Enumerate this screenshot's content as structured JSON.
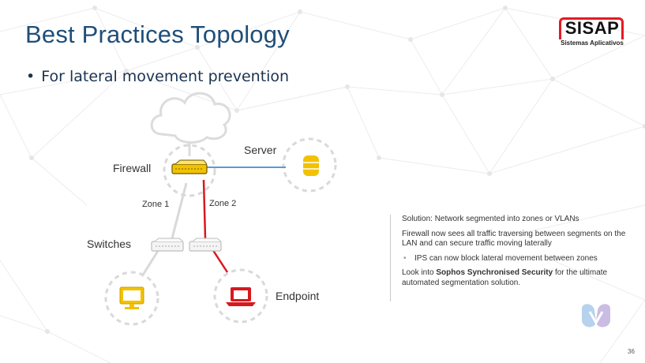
{
  "slide": {
    "title": "Best Practices Topology",
    "bullet": "For lateral movement prevention",
    "page_number": "36"
  },
  "logo": {
    "word": "SISAP",
    "subtitle": "Sistemas Aplicativos"
  },
  "diagram": {
    "firewall_label": "Firewall",
    "server_label": "Server",
    "zone1_label": "Zone 1",
    "zone2_label": "Zone 2",
    "switches_label": "Switches",
    "endpoint_label": "Endpoint"
  },
  "info": {
    "solution": "Solution:  Network segmented into zones or VLANs",
    "firewall_text": "Firewall now sees all traffic traversing between segments on the LAN and can secure traffic moving laterally",
    "ips_text": "IPS can now block lateral movement between zones",
    "look_prefix": "Look into ",
    "look_bold": "Sophos Synchronised Security",
    "look_suffix": " for the ultimate automated segmentation solution."
  },
  "colors": {
    "title": "#1f4e79",
    "accent_red": "#d7191f",
    "server_yellow": "#f2c200",
    "firewall_yellow": "#f2c200",
    "link_blue": "#5b9bd5",
    "endpoint_red": "#d7191f",
    "ring_gray": "#d9d9d9"
  },
  "icons": [
    "cloud-icon",
    "firewall-icon",
    "server-icon",
    "switch-icon",
    "monitor-icon",
    "laptop-icon",
    "webex-icon"
  ]
}
